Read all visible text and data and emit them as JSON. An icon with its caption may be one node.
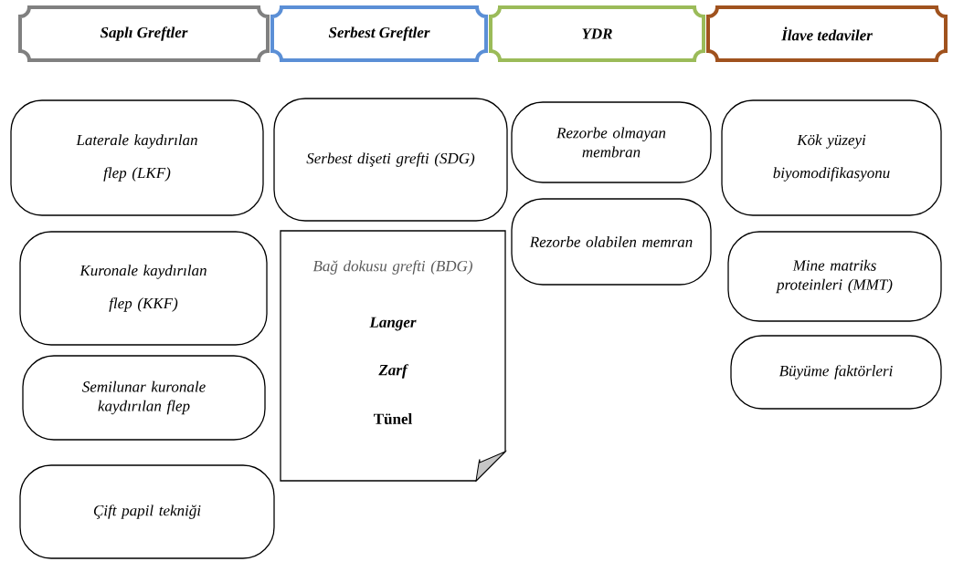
{
  "diagram": {
    "nodes": [
      {
        "text": [
          "Saplı Greftler"
        ]
      },
      {
        "text": [
          "Serbest Greftler"
        ]
      },
      {
        "text": [
          "YDR"
        ]
      },
      {
        "text": [
          "İlave tedaviler"
        ]
      },
      {
        "text": [
          "Laterale kaydırılan flep (LKF)"
        ]
      },
      {
        "text": [
          "Kuronale kaydırılan flep (KKF)"
        ]
      },
      {
        "text": [
          "Semilunar kuronale kaydırılan flep"
        ]
      },
      {
        "text": [
          "Çift papil tekniği"
        ]
      },
      {
        "text": [
          "Serbest dişeti grefti (SDG)"
        ]
      },
      {
        "text": [
          "Bağ dokusu grefti (BDG)",
          "Langer",
          "Zarf",
          "Tünel"
        ]
      },
      {
        "text": [
          "Rezorbe olmayan membran"
        ]
      },
      {
        "text": [
          "Rezorbe olabilen memran"
        ]
      },
      {
        "text": [
          "Kök yüzeyi biyomodifikasyonu"
        ]
      },
      {
        "text": [
          "Mine matriks proteinleri (MMT)"
        ]
      },
      {
        "text": [
          "Büyüme faktörleri"
        ]
      }
    ]
  }
}
